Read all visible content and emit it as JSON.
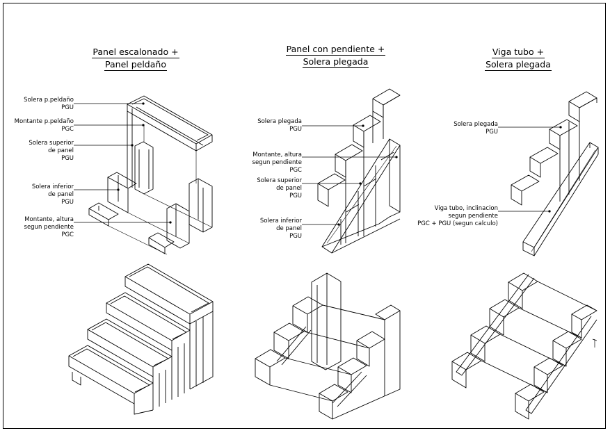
{
  "columns": [
    {
      "title_line1": "Panel escalonado +",
      "title_line2": "Panel peldaño",
      "labels": [
        {
          "line1": "Solera p.peldaño",
          "line2": "PGU"
        },
        {
          "line1": "Montante p.peldaño",
          "line2": "PGC"
        },
        {
          "line1": "Solera superior",
          "line2": "de panel",
          "line3": "PGU"
        },
        {
          "line1": "Solera inferior",
          "line2": "de panel",
          "line3": "PGU"
        },
        {
          "line1": "Montante, altura",
          "line2": "segun pendiente",
          "line3": "PGC"
        }
      ]
    },
    {
      "title_line1": "Panel con pendiente +",
      "title_line2": "Solera plegada",
      "labels": [
        {
          "line1": "Solera plegada",
          "line2": "PGU"
        },
        {
          "line1": "Montante, altura",
          "line2": "segun pendiente",
          "line3": "PGC"
        },
        {
          "line1": "Solera superior",
          "line2": "de panel",
          "line3": "PGU"
        },
        {
          "line1": "Solera inferior",
          "line2": "de panel",
          "line3": "PGU"
        }
      ]
    },
    {
      "title_line1": "Viga tubo +",
      "title_line2": "Solera plegada",
      "labels": [
        {
          "line1": "Solera plegada",
          "line2": "PGU"
        },
        {
          "line1": "Viga tubo, inclinacion",
          "line2": "segun pendiente",
          "line3": "PGC + PGU (segun calculo)"
        }
      ]
    }
  ]
}
